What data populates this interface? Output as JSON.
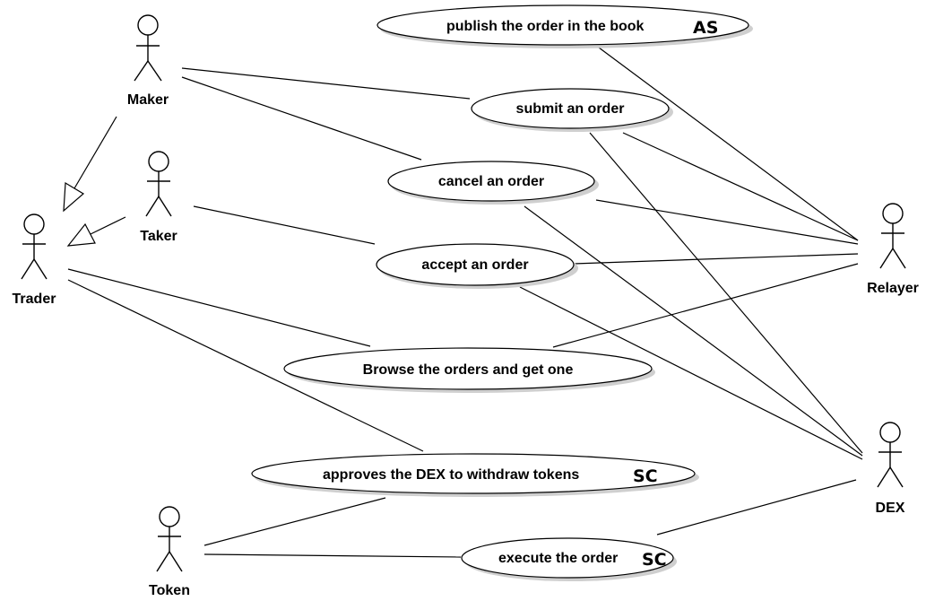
{
  "actors": [
    {
      "id": "maker",
      "label": "Maker"
    },
    {
      "id": "taker",
      "label": "Taker"
    },
    {
      "id": "trader",
      "label": "Trader"
    },
    {
      "id": "relayer",
      "label": "Relayer"
    },
    {
      "id": "dex",
      "label": "DEX"
    },
    {
      "id": "token",
      "label": "Token"
    }
  ],
  "use_cases": [
    {
      "id": "publish",
      "label": "publish the order in the book",
      "tag": "AS"
    },
    {
      "id": "submit",
      "label": "submit an order",
      "tag": ""
    },
    {
      "id": "cancel",
      "label": "cancel an order",
      "tag": ""
    },
    {
      "id": "accept",
      "label": "accept an order",
      "tag": ""
    },
    {
      "id": "browse",
      "label": "Browse the orders and get one",
      "tag": ""
    },
    {
      "id": "approve",
      "label": "approves the DEX to withdraw tokens",
      "tag": "SC"
    },
    {
      "id": "execute",
      "label": "execute the order",
      "tag": "SC"
    }
  ]
}
